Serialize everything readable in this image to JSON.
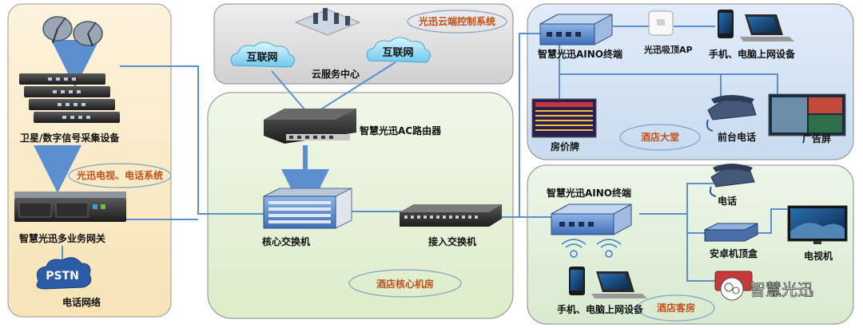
{
  "colors": {
    "link_line": "#5b8fd0",
    "tag_text": "#c0501c",
    "left_panel": "#fbeccb",
    "cloud_panel": "#dcdcdc",
    "core_panel": "#e6f2d8",
    "lobby_panel": "#d5e4f4",
    "room_panel": "#e3f0dd"
  },
  "left": {
    "satellite": "卫星/数字信号采集设备",
    "tv_phone_system": "光迅电视、电话系统",
    "gateway": "智慧光迅多业务网关",
    "pstn": "PSTN",
    "phone_network": "电话网络"
  },
  "cloud": {
    "control_system": "光迅云端控制系统",
    "internet": "互联网",
    "service_center": "云服务中心"
  },
  "core": {
    "ac_router": "智慧光迅AC路由器",
    "core_switch": "核心交换机",
    "access_switch": "接入交换机",
    "zone": "酒店核心机房"
  },
  "lobby": {
    "terminal": "智慧光迅AINO终端",
    "ap": "光迅吸顶AP",
    "devices": "手机、电脑上网设备",
    "price_board": "房价牌",
    "front_phone": "前台电话",
    "ad_screen": "广告屏",
    "zone": "酒店大堂"
  },
  "room": {
    "terminal": "智慧光迅AINO终端",
    "phone": "电话",
    "stb": "安卓机顶盒",
    "tv": "电视机",
    "devices": "手机、电脑上网设备",
    "partial": "…",
    "zone": "酒店客房",
    "watermark": "智慧光迅"
  }
}
